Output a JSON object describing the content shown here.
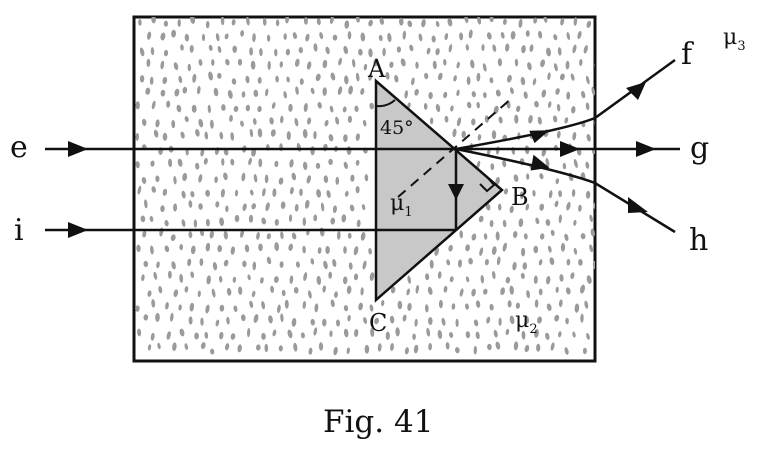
{
  "figure": {
    "caption": "Fig. 41",
    "vertices": {
      "a": "A",
      "b": "B",
      "c": "C"
    },
    "angle_label": "45°",
    "media": [
      {
        "symbol": "μ",
        "sub": "1"
      },
      {
        "symbol": "μ",
        "sub": "2"
      },
      {
        "symbol": "μ",
        "sub": "3"
      }
    ],
    "rays": {
      "e": "e",
      "i": "i",
      "f": "f",
      "g": "g",
      "h": "h"
    },
    "colors": {
      "prism": "#c8c8c8",
      "dots": "#9a9a9a",
      "lines": "#111111"
    }
  }
}
